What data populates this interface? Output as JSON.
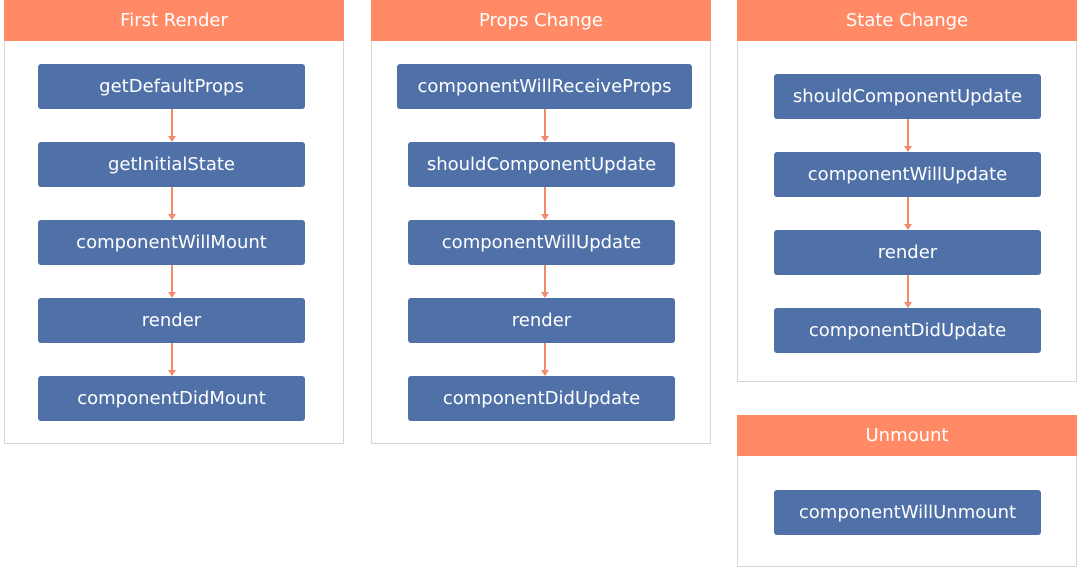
{
  "colors": {
    "header": "#ff8a65",
    "box": "#5070a8",
    "arrow": "#f28a70",
    "border": "#d6d6d6"
  },
  "panels": {
    "first_render": {
      "title": "First Render",
      "steps": [
        "getDefaultProps",
        "getInitialState",
        "componentWillMount",
        "render",
        "componentDidMount"
      ]
    },
    "props_change": {
      "title": "Props Change",
      "steps": [
        "componentWillReceiveProps",
        "shouldComponentUpdate",
        "componentWillUpdate",
        "render",
        "componentDidUpdate"
      ]
    },
    "state_change": {
      "title": "State Change",
      "steps": [
        "shouldComponentUpdate",
        "componentWillUpdate",
        "render",
        "componentDidUpdate"
      ]
    },
    "unmount": {
      "title": "Unmount",
      "steps": [
        "componentWillUnmount"
      ]
    }
  }
}
